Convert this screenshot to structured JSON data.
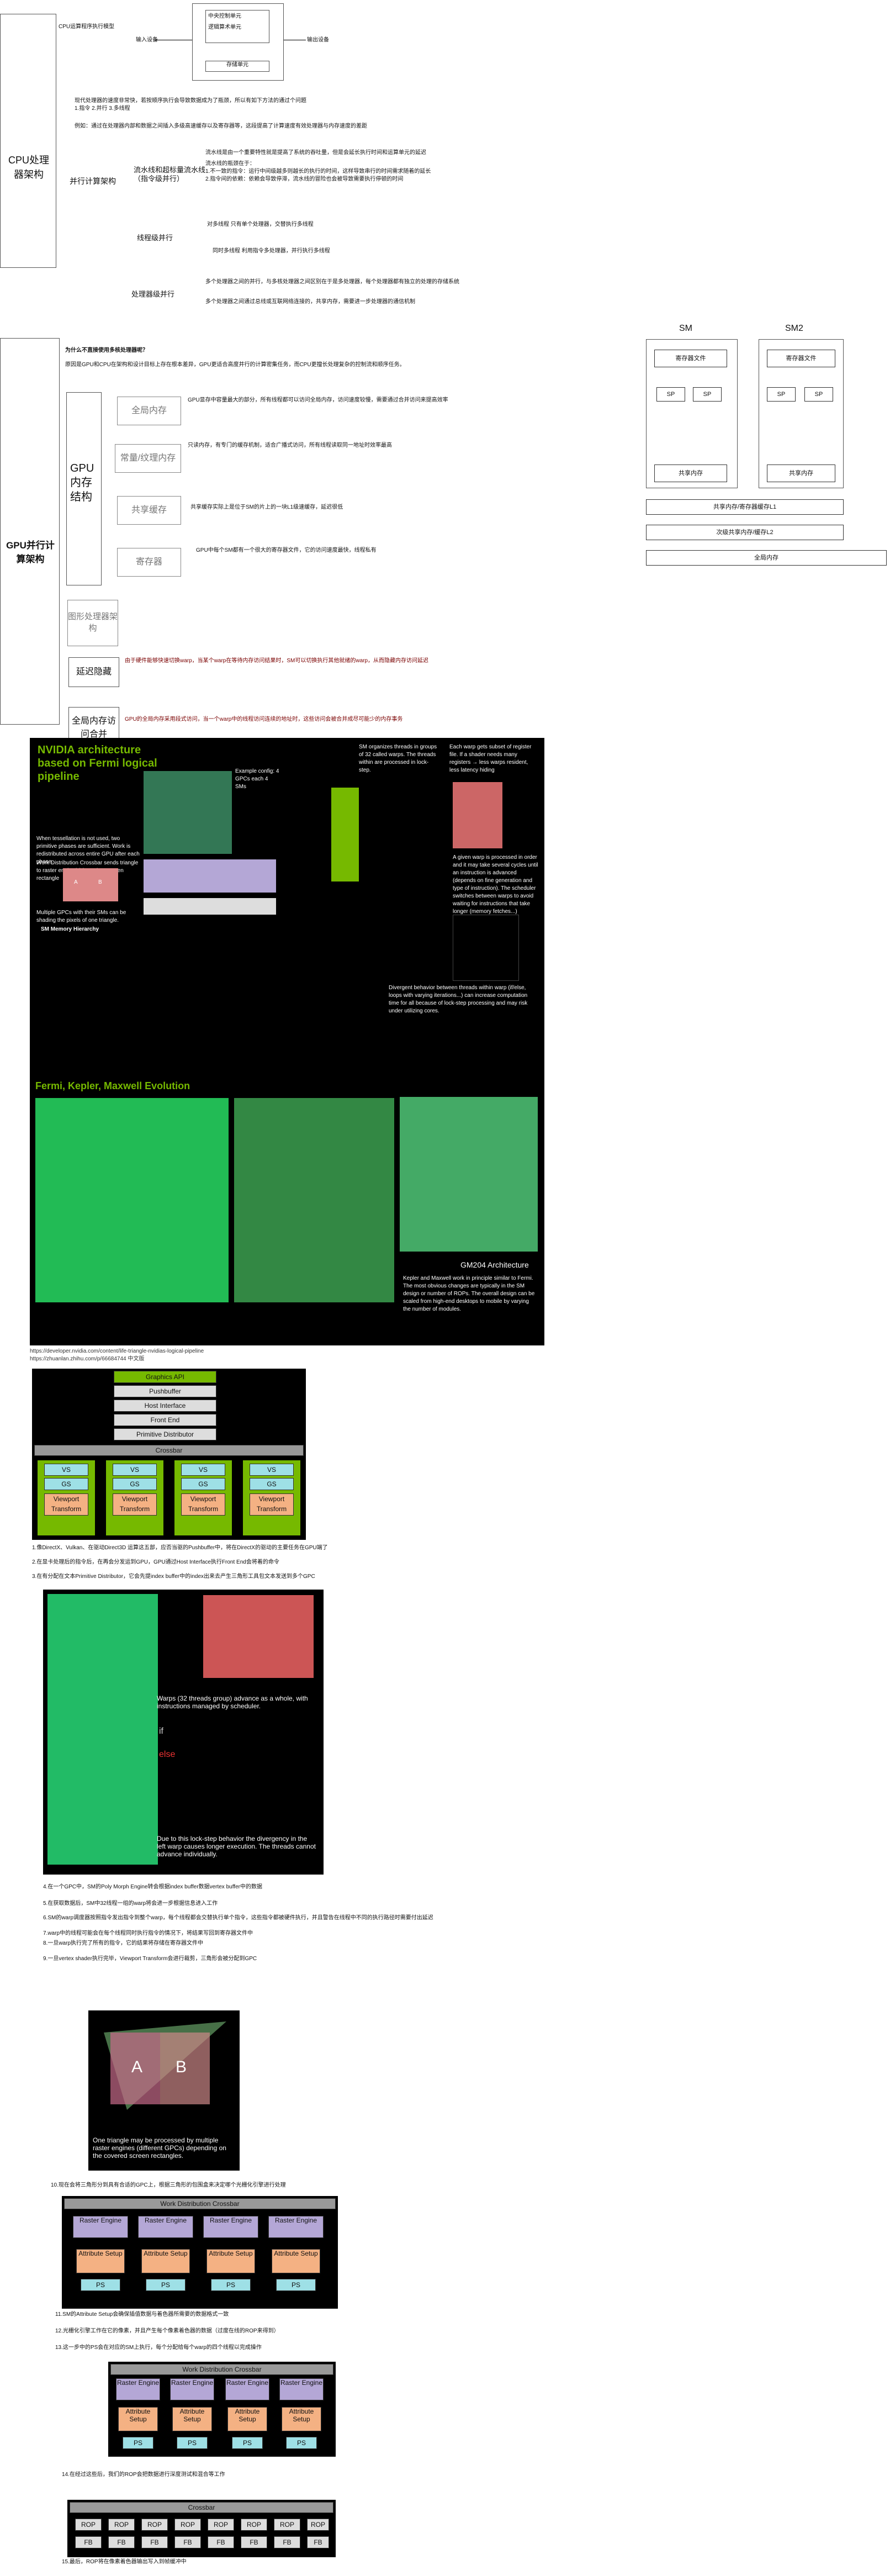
{
  "cpu_section": {
    "title": "CPU处理器架构",
    "model_title": "CPU运算程序执行模型",
    "input": "输入设备",
    "output": "输出设备",
    "cu": "中央控制单元",
    "alu": "逻辑算术单元",
    "mem": "存储单元",
    "intro": "现代处理器的速度非常快，若按顺序执行会导致数据成为了瓶颈，所以有如下方法的通过个问题",
    "intro2": "1.指令 2.并行 3.多线程",
    "pipeline_note": "例如：通过在处理器内部和数据之间插入多级高速缓存以及寄存器等，这段提高了计算速度有效处理器与内存速度的差距",
    "parallel_title": "并行计算架构",
    "pipeline_title": "流水线和超标量流水线（指令级并行）",
    "thread_title": "线程级并行",
    "processor_title": "处理器级并行",
    "pipe_desc": "流水线是由一个重要特性就是提高了系统的吞吐量，但是会延长执行时间和运算单元的延迟",
    "pipe_desc2": "流水线的瓶颈在于：",
    "pipe_desc3": "1.不一致的指令：运行中间级越多则越长的执行的时间，这样导致串行的时间需求随着的延长",
    "pipe_desc4": "2.指令间的依赖：依赖会导致停滞，流水线的冒险也会被导致需要执行停顿的时间",
    "tl_desc1": "对多线程     只有单个处理器，交替执行多线程",
    "tl_desc2": "同时多线程     利用指令多处理器，并行执行多线程",
    "proc_desc": "多个处理器之间的并行，与多核处理器之间区别在于是多处理器，每个处理器都有独立的处理的存储系统",
    "proc_desc2": "多个处理器之间通过总线或互联网络连接的，共享内存，需要进一步处理器的通信机制"
  },
  "gpu_section": {
    "title": "GPU并行计算架构",
    "q": "为什么不直接使用多核处理器呢？",
    "q_ans": "原因是GPU和CPU在架构和设计目标上存在根本差异，GPU更适合高度并行的计算密集任务，而CPU更擅长处理复杂的控制流和顺序任务。",
    "mem_title": "GPU内存结构",
    "global_mem": "全局内存",
    "tex_mem": "常量/纹理内存",
    "shared_mem": "共享缓存",
    "reg": "寄存器",
    "global_desc": "GPU显存中容量最大的部分，所有线程都可以访问全局内存，访问速度较慢，需要通过合并访问来提高效率",
    "tex_desc": "只读内存，有专门的缓存机制，适合广播式访问，所有线程读取同一地址时效率最高",
    "shared_desc": "共享缓存实际上是位于SM的片上的一块L1级速缓存，延迟很低",
    "reg_desc": "GPU中每个SM都有一个很大的寄存器文件，它的访问速度最快，线程私有",
    "graph_arch": "图形处理器架构",
    "latency": "延迟隐藏",
    "latency_desc": "由于硬件能够快速切换warp，当某个warp在等待内存访问结果时，SM可以切换执行其他就绪的warp，从而隐藏内存访问延迟",
    "coalesce": "全局内存访问合并",
    "coalesce_desc": "GPU的全局内存采用段式访问，当一个warp中的线程访问连续的地址时，这些访问会被合并成尽可能少的内存事务",
    "sm": "SM",
    "sm2": "SM2",
    "regfile": "寄存器文件",
    "sp": "SP",
    "shared": "共享内存",
    "l1": "共享内存/寄存器缓存L1",
    "l2": "次级共享内存/缓存L2",
    "gmem": "全局内存"
  },
  "nv_panel": {
    "title": "NVIDIA architecture based on Fermi logical pipeline",
    "fermi_title": "Fermi, Kepler, Maxwell Evolution",
    "gm204": "GM204 Architecture",
    "note1": "When tessellation is not used, two primitive phases are sufficient. Work is redistributed across entire GPU after each phase.",
    "note2": "Work Distribution Crossbar sends triangle to raster engine(s) based on screen rectangle",
    "note3": "Multiple GPCs with their SMs can be shading the pixels of one triangle.",
    "note4": "SM organizes threads in groups of 32 called warps. The threads within are processed in lock-step.",
    "note5": "Each warp gets subset of register file. If a shader needs many registers → less warps resident, less latency hiding",
    "note6": "A given warp is processed in order and it may take several cycles until an instruction is advanced (depends on fine generation and type of instruction). The scheduler switches between warps to avoid waiting for instructions that take longer (memory fetches...)",
    "note7": "Divergent behavior between threads within warp (if/else, loops with varying iterations...) can increase computation time for all because of lock-step processing and may risk under utilizing cores.",
    "note8": "Kepler and Maxwell work in principle similar to Fermi. The most obvious changes are typically in the SM design or number of ROPs. The overall design can be scaled from high-end desktops to mobile by varying the number of modules.",
    "example": "Example config: 4 GPCs each 4 SMs",
    "sm_mem": "SM Memory Hierarchy",
    "source": "https://developer.nvidia.com/content/life-triangle-nvidias-logical-pipeline",
    "source2": "https://zhuanlan.zhihu.com/p/66684744 中文版"
  },
  "pipeline_stack": {
    "graphics_api": "Graphics API",
    "pushbuffer": "Pushbuffer",
    "host_interface": "Host Interface",
    "front_end": "Front End",
    "prim_dist": "Primitive Distributor",
    "crossbar": "Crossbar",
    "vs": "VS",
    "gs": "GS",
    "viewport": "Viewport Transform"
  },
  "steps": {
    "s1": "1.像DirectX、Vulkan、在驱动Direct3D 运算这五部，应否当驱的Pushbuffer中，将在DirectX的驱动的主要任务在GPU端了",
    "s2": "2.在显卡处理后的指令后，在再会分发运到GPU，GPU通过Host Interface执行Front End会将着的命令",
    "s3": "3.在有分配在文本Primitive Distributor，它会先提index buffer中的index出来去产生三角形工具包文本发送到多个GPC",
    "s4": "4.在一个GPC中，SM的Poly Morph Engine转会根据index buffer数据vertex buffer中的数据",
    "s5": "5.在获取数据后，SM中32线程一组的warp将会进一步根据信息进入工作",
    "s6": "6.SM的warp调度器按照指令发出指令到整个warp，每个线程都会交替执行单个指令，这些指令都被硬件执行，并且警告在线程中不同的执行路径时需要付出延迟",
    "s7": "7.warp中的线程可能会在每个线程同时执行指令的情况下，将结果写回到寄存器文件中",
    "s8": "8.一旦warp执行完了所有的指令，它的结果将存储在寄存器文件中",
    "s9": "9.一旦vertex shader执行完毕，Viewport Transform会进行裁剪，三角形会被分配到GPC",
    "s10": "10.现在会将三角形分到具有合适的GPC上，根据三角形的包围盒来决定哪个光栅化引擎进行处理",
    "s11": "11.SM的Attribute Setup会确保插值数据与着色器所需要的数据格式一致",
    "s12": "12.光栅化引擎工作在它的像素，并且产生每个像素着色器的数据（过度在线的ROP来得到）",
    "s13": "13.这一步中的PS会在对应的SM上执行，每个分配给每个warp的四个线程以完成操作",
    "s14": "14.在经过这些后，我们的ROP会把数据进行深度测试和混合等工作",
    "s15": "15.最后，ROP将在像素着色器输出写入到帧缓冲中",
    "warps_note": "Warps (32 threads group) advance as a whole, with instructions managed by scheduler.",
    "divergence": "Due to this lock-step behavior the divergency in the left warp causes longer execution. The threads cannot advance individually.",
    "tri_note": "One triangle may be processed by multiple raster engines (different GPCs) depending on the covered screen rectangles.",
    "wdc": "Work Distribution Crossbar",
    "raster": "Raster Engine",
    "attr": "Attribute Setup",
    "ps": "PS",
    "rop": "ROP",
    "fb": "FB",
    "a": "A",
    "b": "B",
    "if": "if",
    "else": "else"
  },
  "colors": {
    "nv_green": "#76b900",
    "vs_cyan": "#9ee0e6",
    "viewport_orange": "#f4b183",
    "raster_purple": "#b4a7d6",
    "attr_orange": "#f4b183",
    "ps_cyan": "#9ee0e6"
  }
}
